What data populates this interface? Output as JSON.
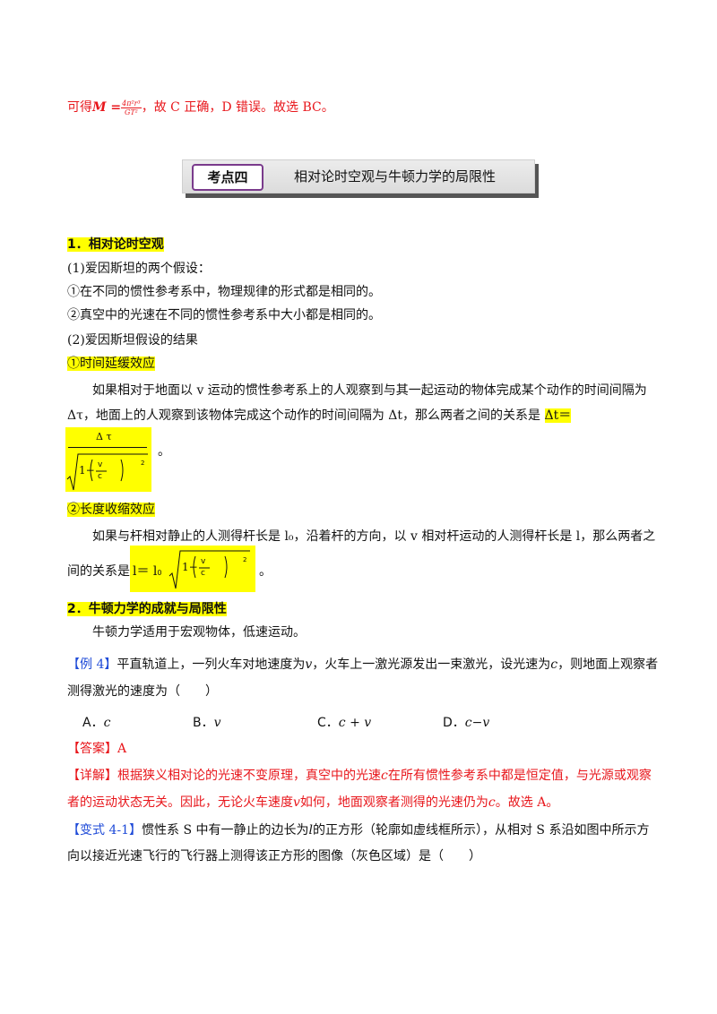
{
  "intro": {
    "prefix": "可得",
    "lhs": "M =",
    "frac_num": "4π²r³",
    "frac_den": "GT²",
    "suffix": "，故 C 正确，D 错误。故选 BC。"
  },
  "banner": {
    "tag": "考点四",
    "title": "相对论时空观与牛顿力学的局限性"
  },
  "s1": {
    "heading": "1．相对论时空观",
    "p1": "(1)爱因斯坦的两个假设：",
    "p2": "①在不同的惯性参考系中，物理规律的形式都是相同的。",
    "p3": "②真空中的光速在不同的惯性参考系中大小都是相同的。",
    "p4": "(2)爱因斯坦假设的结果",
    "sub1": "①时间延缓效应",
    "text1a": "如果相对于地面以 v 运动的惯性参考系上的人观察到与其一起运动的物体完成某个动作的时间间隔为",
    "text1b": "Δτ，地面上的人观察到该物体完成这个动作的时间间隔为 Δt，那么两者之间的关系是",
    "text1c": "Δt＝",
    "f1_num": "Δ τ",
    "f1_one": "1−",
    "f1_v": "v",
    "f1_c": "c",
    "f1_exp": "2",
    "period1": "。",
    "sub2": "②长度收缩效应",
    "text2a": "如果与杆相对静止的人测得杆长是 l₀，沿着杆的方向，以 v 相对杆运动的人测得杆长是 l，那么两者之",
    "text2b": "间的关系是",
    "f2_lhs": "l＝ l",
    "f2_sub": "0",
    "f2_one": "1−",
    "f2_v": "v",
    "f2_c": "c",
    "f2_exp": "2",
    "period2": "。"
  },
  "s2": {
    "heading": "2．牛顿力学的成就与局限性",
    "p1": "牛顿力学适用于宏观物体，低速运动。"
  },
  "ex4": {
    "tag": "【例 4】",
    "q1": "平直轨道上，一列火车对地速度为",
    "q_v": "v",
    "q2": "，火车上一激光源发出一束激光，设光速为",
    "q_c": "c",
    "q3": "，则地面上观察者",
    "q4": "测得激光的速度为（　　）",
    "options": [
      {
        "label": "A．",
        "value": "c"
      },
      {
        "label": "B．",
        "value": "v"
      },
      {
        "label": "C．",
        "value": "c + v"
      },
      {
        "label": "D．",
        "value": "c−v"
      }
    ],
    "answer": "【答案】A",
    "detail_tag": "【详解】",
    "d1a": "根据狭义相对论的光速不变原理，真空中的光速",
    "d1c": "c",
    "d1b": "在所有惯性参考系中都是恒定值，与光源或观察",
    "d2a": "者的运动状态无关。因此，无论火车速度",
    "d2v": "v",
    "d2b": "如何，地面观察者测得的光速仍为",
    "d2c": "c",
    "d2d": "。故选 A。"
  },
  "var41": {
    "tag": "【变式 4-1】",
    "t1a": "惯性系 S 中有一静止的边长为",
    "t1l": "l",
    "t1b": "的正方形（轮廓如虚线框所示），从相对 S 系沿如图中所示方",
    "t2": "向以接近光速飞行的飞行器上测得该正方形的图像（灰色区域）是（　　）"
  }
}
